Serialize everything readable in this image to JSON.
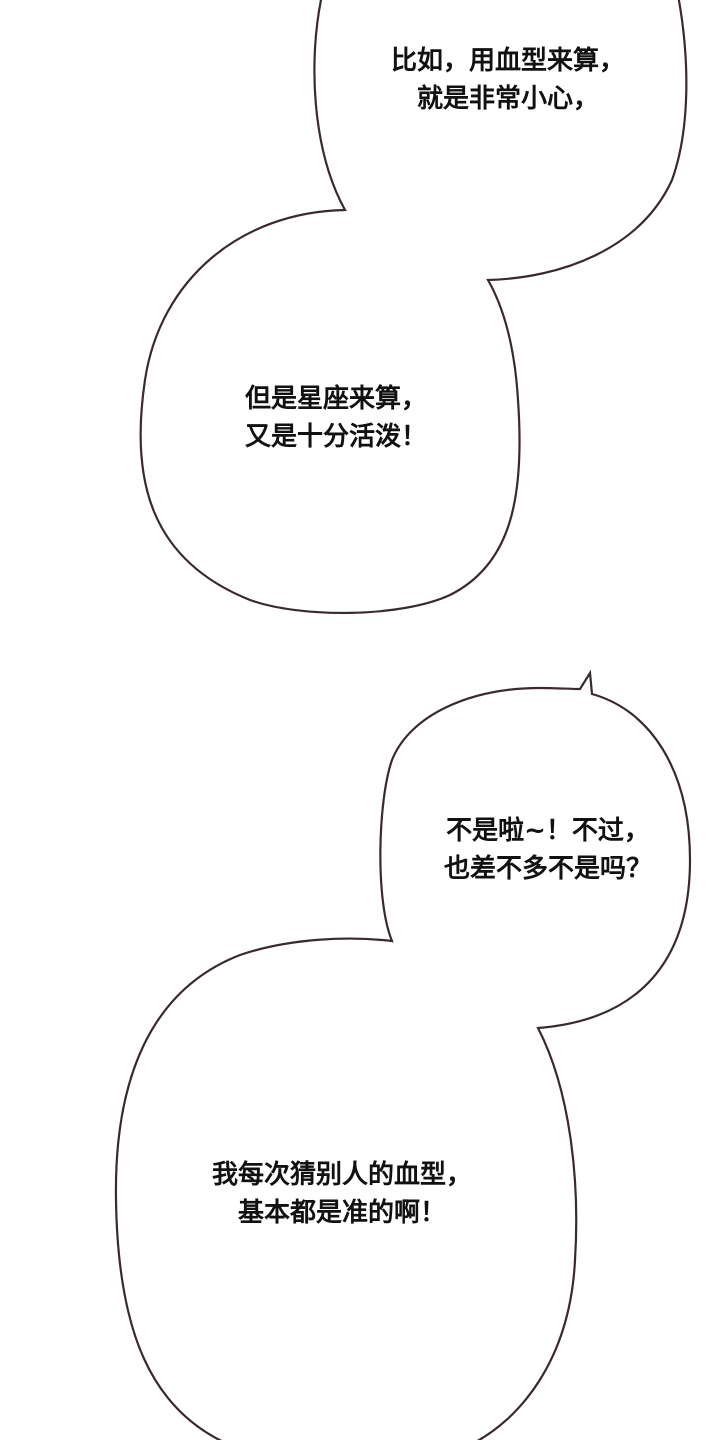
{
  "panel": {
    "background_color": "#ffffff",
    "outline_color": "#3a2a2c"
  },
  "bubbles": [
    {
      "id": "bubble-1",
      "lines": [
        "比如，用血型来算，",
        "就是非常小心，"
      ]
    },
    {
      "id": "bubble-2",
      "lines": [
        "但是星座来算，",
        "又是十分活泼！"
      ]
    },
    {
      "id": "bubble-3",
      "lines": [
        "不是啦~！不过，",
        "也差不多不是吗？"
      ]
    },
    {
      "id": "bubble-4",
      "lines": [
        "我每次猜别人的血型，",
        "基本都是准的啊！"
      ]
    }
  ]
}
